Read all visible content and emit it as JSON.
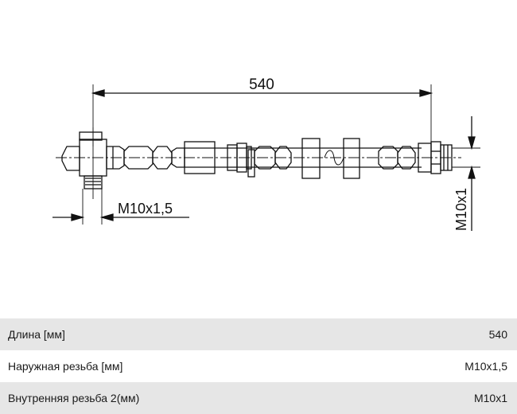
{
  "drawing": {
    "length_dim": "540",
    "thread_left": "M10x1,5",
    "thread_right": "M10x1"
  },
  "specs": [
    {
      "label": "Длина [мм]",
      "value": "540"
    },
    {
      "label": "Наружная резьба [мм]",
      "value": "M10x1,5"
    },
    {
      "label": "Внутренняя резьба 2(мм)",
      "value": "M10x1"
    }
  ]
}
